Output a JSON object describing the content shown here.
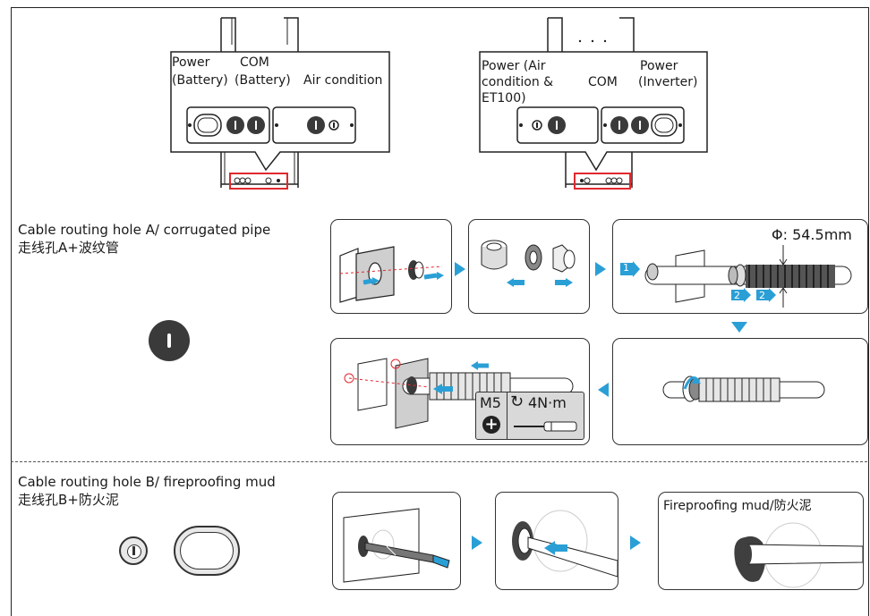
{
  "top_diagram_left": {
    "power_battery_label_1": "Power",
    "power_battery_label_2": "(Battery)",
    "com_label_1": "COM",
    "com_label_2": "(Battery)",
    "air_condition_label": "Air condition"
  },
  "top_diagram_right": {
    "power_air_label_1": "Power (Air",
    "power_air_label_2": "condition &",
    "power_air_label_3": "ET100)",
    "com_label": "COM",
    "power_inverter_label_1": "Power",
    "power_inverter_label_2": "(Inverter)"
  },
  "section_a": {
    "title_en": "Cable routing hole A/ corrugated pipe",
    "title_zh": "走线孔A+波纹管",
    "diameter_label": "Φ: 54.5mm",
    "step_1": "1",
    "step_2a": "2",
    "step_2b": "2",
    "screw_size": "M5",
    "torque": "4N·m"
  },
  "section_b": {
    "title_en": "Cable routing hole B/ fireproofing mud",
    "title_zh": "走线孔B+防火泥",
    "mud_label": "Fireproofing mud/防火泥"
  },
  "colors": {
    "accent_blue": "#2a9fd6",
    "highlight_red": "#e0282e",
    "line": "#222222",
    "plug_dark": "#3a3a3a"
  },
  "icons": [
    "plug-icon",
    "screwdriver-icon",
    "rotate-icon",
    "plus-icon"
  ]
}
